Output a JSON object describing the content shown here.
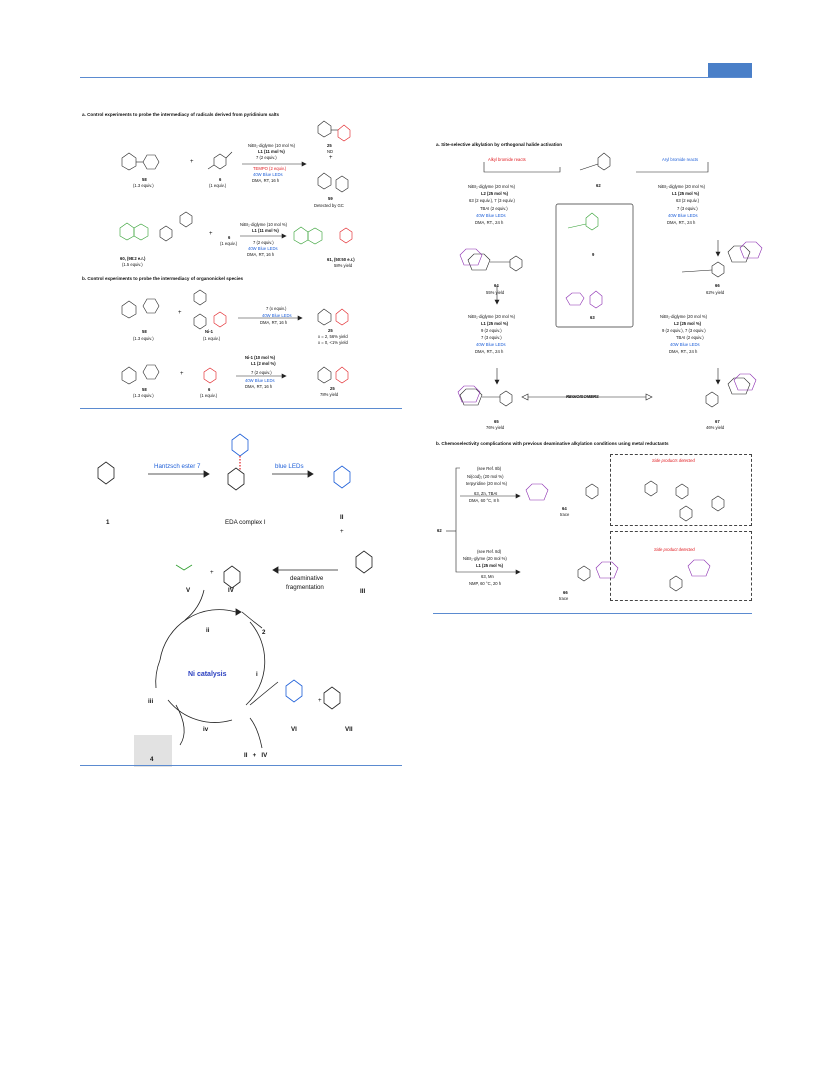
{
  "panelA": {
    "heading": "a. Control experiments to probe the intermediacy of radicals derived from pyridinium salts",
    "r1": {
      "salt": "58",
      "salt_eq": "(1.3 equiv.)",
      "aryl": "6",
      "aryl_eq": "(1 equiv.)",
      "cond": [
        "NiBr₂·diglyme (10 mol %)",
        "L1 (11 mol %)",
        "7 (2 equiv.)",
        "TEMPO (2 equiv.)",
        "40W Blue LEDs",
        "DMA, RT, 16 h"
      ],
      "prod": "25",
      "prod_res": "ND",
      "adduct": "59",
      "adduct_res": "Detected by GC",
      "plus": "+"
    },
    "r2": {
      "salt": "60, (98:2 e.r.)",
      "salt_eq": "(1.5 equiv.)",
      "aryl": "6",
      "aryl_eq": "(1 equiv.)",
      "cond": [
        "NiBr₂·diglyme (10 mol %)",
        "L1 (11 mol %)",
        "7 (2 equiv.)",
        "40W Blue LEDs",
        "DMA, RT, 16 h"
      ],
      "prod": "61, (50:50 e.r.)",
      "prod_yield": "58% yield",
      "plus": "+"
    }
  },
  "panelB": {
    "heading": "b. Control experiments to probe the intermediacy of organonickel species",
    "r1": {
      "salt": "58",
      "salt_eq": "(1.3 equiv.)",
      "ni": "Ni-1",
      "ni_eq": "(1 equiv.)",
      "cond": [
        "7 (x equiv.)",
        "40W Blue LEDs",
        "DMA, RT, 16 h"
      ],
      "prod": "25",
      "res1": "x = 2, 56% yield",
      "res2": "x = 0, <1% yield",
      "plus": "+"
    },
    "r2": {
      "salt": "58",
      "salt_eq": "(1.3 equiv.)",
      "aryl": "6",
      "aryl_eq": "(1 equiv.)",
      "cond": [
        "Ni-1 (10 mol %)",
        "L1 (2 mol %)",
        "7 (2 equiv.)",
        "40W Blue LEDs",
        "DMA, RT, 16 h"
      ],
      "prod": "25",
      "prod_yield": "78% yield",
      "plus": "+"
    }
  },
  "mechanism": {
    "hantzsch": "Hantzsch ester 7",
    "blue_leds": "blue LEDs",
    "eda": "EDA complex I",
    "labels": {
      "c1": "1",
      "cII": "II",
      "cIII": "III",
      "cIV": "IV",
      "cV": "V",
      "cVI": "VI",
      "cVII": "VII",
      "c2": "2",
      "c4": "4",
      "ii": "ii",
      "iii": "iii",
      "iv": "iv",
      "i": "i"
    },
    "deam": [
      "deaminative",
      "fragmentation"
    ],
    "ni_cat": "Ni catalysis",
    "ii_plus_iv": "II   +   IV",
    "plus": "+"
  },
  "panelC": {
    "heading": "a. Site-selective alkylation by orthogonal halide activation",
    "alkyl_reacts": "Alkyl bromide reacts",
    "aryl_reacts": "Aryl bromide reacts",
    "sub": "62",
    "left_cond": [
      "NiBr₂·diglyme (20 mol %)",
      "L2 (25 mol %)",
      "63 (2 equiv.), 7 (3 equiv.)",
      "TBAI (2 equiv.)",
      "40W Blue LEDs",
      "DMA, RT., 24 h"
    ],
    "right_cond": [
      "NiBr₂·diglyme (20 mol %)",
      "L1 (25 mol %)",
      "63 (2 equiv.)",
      "7 (3 equiv.)",
      "40W Blue LEDs",
      "DMA, RT., 24 h"
    ],
    "p64": "64",
    "p64y": "55% yield",
    "p66": "66",
    "p66y": "62% yield",
    "left_cond2": [
      "NiBr₂·diglyme (20 mol %)",
      "L1 (25 mol %)",
      "9 (2 equiv.)",
      "7 (3 equiv.)",
      "40W Blue LEDs",
      "DMA, RT., 24 h"
    ],
    "right_cond2": [
      "NiBr₂·diglyme (20 mol %)",
      "L2 (25 mol %)",
      "9 (2 equiv.), 7 (3 equiv.)",
      "TBAI (2 equiv.)",
      "40W Blue LEDs",
      "DMA, RT., 24 h"
    ],
    "p65": "65",
    "p65y": "76% yield",
    "p67": "67",
    "p67y": "46% yield",
    "regio": "REGIOISOMERS",
    "box_9": "9",
    "box_63": "63"
  },
  "panelD": {
    "heading": "b. Chemoselectivity complications with previous deaminative alkylation conditions using metal reductants",
    "sub": "62",
    "c1": [
      "(see Ref. 8b)",
      "Ni(cod)₂ (20 mol %)",
      "terpyridine (20 mol %)",
      "63, Zn, TBAI",
      "DMA, 60 °C, 8 h"
    ],
    "p64": "64",
    "p64t": "trace",
    "c2": [
      "(see Ref. 8d)",
      "NiBr₂·glyme (20 mol %)",
      "L1 (25 mol %)",
      "63, Mn",
      "NMP, 60 °C, 20 h"
    ],
    "p66": "66",
    "p66t": "trace",
    "side1": "Side products detected",
    "side2": "Side product detected"
  },
  "colors": {
    "accent": "#5b8bd0",
    "red": "#e0191e",
    "blue": "#1e5fd8",
    "green": "#2f9e2f",
    "purple": "#8a2ab0"
  }
}
